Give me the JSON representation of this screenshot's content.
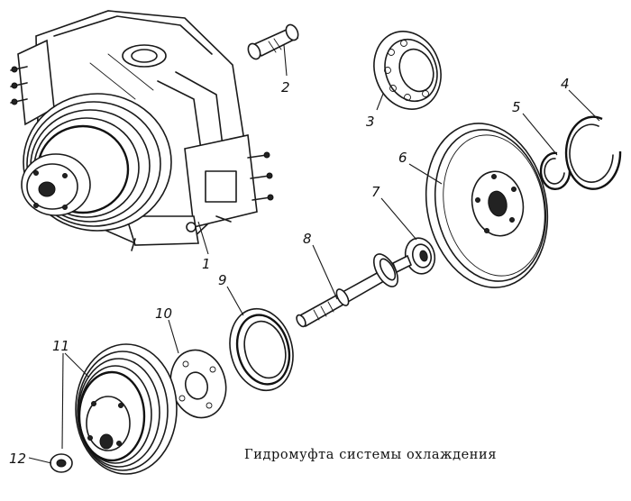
{
  "caption": "Гидромуфта системы охлаждения",
  "labels": {
    "l1": "1",
    "l2": "2",
    "l3": "3",
    "l4": "4",
    "l5": "5",
    "l6": "6",
    "l7": "7",
    "l8": "8",
    "l9": "9",
    "l10": "10",
    "l11": "11",
    "l12": "12"
  }
}
